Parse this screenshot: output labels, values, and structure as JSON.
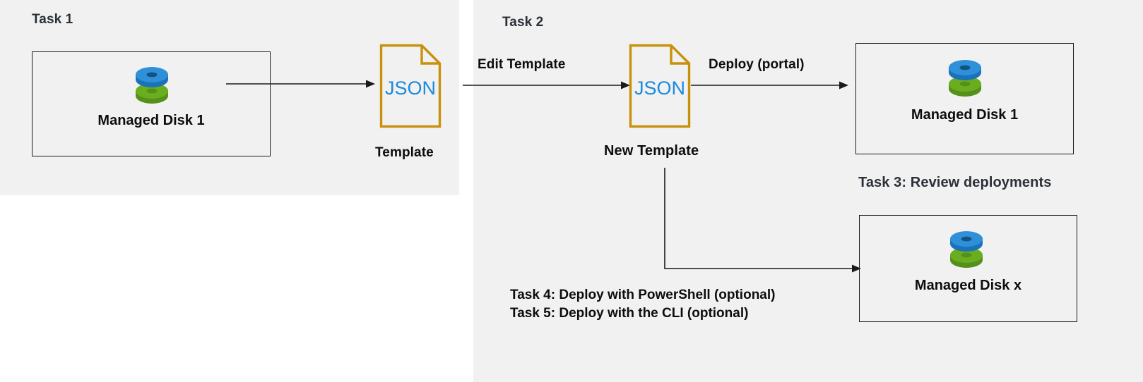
{
  "diagram": {
    "title_hidden": "",
    "colors": {
      "panel_bg": "#f1f1f1",
      "page_bg": "#ffffff",
      "section_label": "#2b3038",
      "body_text": "#0d0d0d",
      "box_border": "#1a1a1a",
      "doc_outline": "#c8910b",
      "json_text": "#1c8adb",
      "disk_blue": "#2f8fd8",
      "disk_blue_dark": "#1a72b8",
      "disk_green": "#6aae20",
      "disk_green_dark": "#55901a",
      "arrow": "#1a1a1a"
    },
    "sections": {
      "task1": {
        "label": "Task 1"
      },
      "task2": {
        "label": "Task 2"
      }
    },
    "nodes": {
      "managed_disk_1_source": {
        "caption": "Managed Disk 1",
        "icon": "managed-disk-icon"
      },
      "template_doc": {
        "doc_text": "JSON",
        "caption": "Template",
        "icon": "json-document-icon"
      },
      "new_template_doc": {
        "doc_text": "JSON",
        "caption": "New Template",
        "icon": "json-document-icon"
      },
      "managed_disk_1_target": {
        "caption": "Managed Disk 1",
        "icon": "managed-disk-icon"
      },
      "managed_disk_x_target": {
        "caption": "Managed Disk x",
        "icon": "managed-disk-icon"
      }
    },
    "edges": {
      "export": {
        "label": ""
      },
      "edit_template": {
        "label": "Edit Template"
      },
      "deploy_portal": {
        "label": "Deploy (portal)"
      },
      "deploy_scripted": {
        "label": ""
      }
    },
    "annotations": {
      "task3": "Task 3: Review deployments",
      "task4": "Task 4: Deploy with PowerShell (optional)",
      "task5": "Task 5: Deploy with the CLI (optional)"
    }
  }
}
